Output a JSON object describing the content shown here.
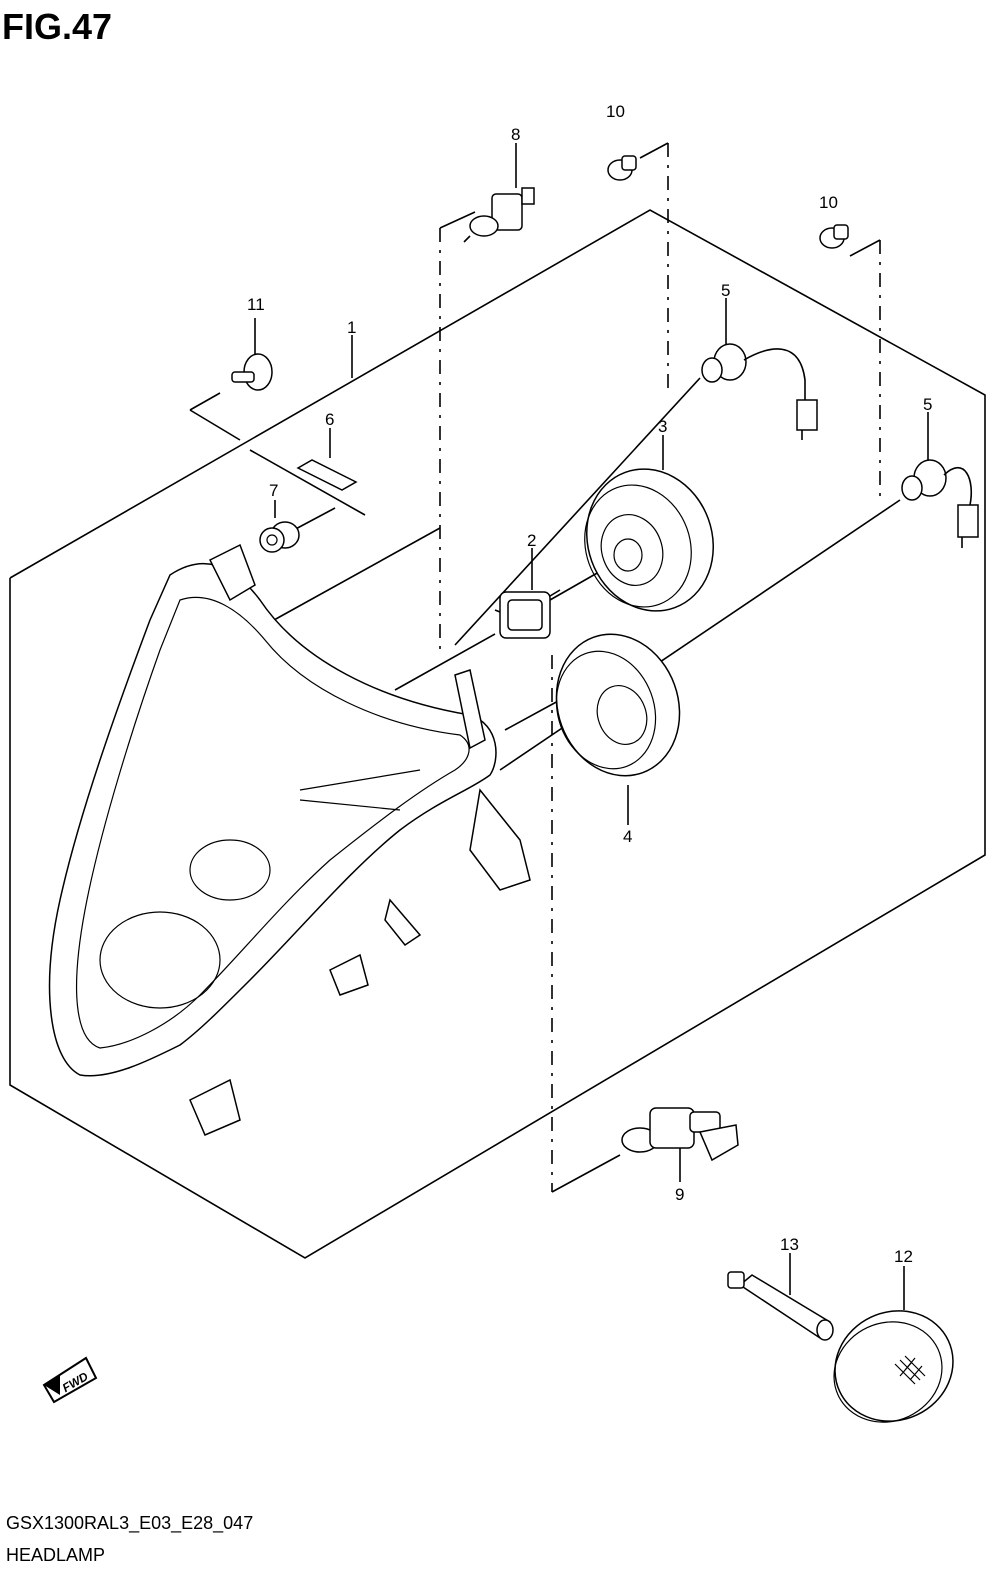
{
  "figure": {
    "title": "FIG.47"
  },
  "footer": {
    "code": "GSX1300RAL3_E03_E28_047",
    "name": "HEADLAMP"
  },
  "fwd_badge": {
    "label": "FWD"
  },
  "callouts": [
    "1",
    "2",
    "3",
    "4",
    "5",
    "5",
    "6",
    "7",
    "8",
    "9",
    "10",
    "10",
    "11",
    "12",
    "13"
  ]
}
